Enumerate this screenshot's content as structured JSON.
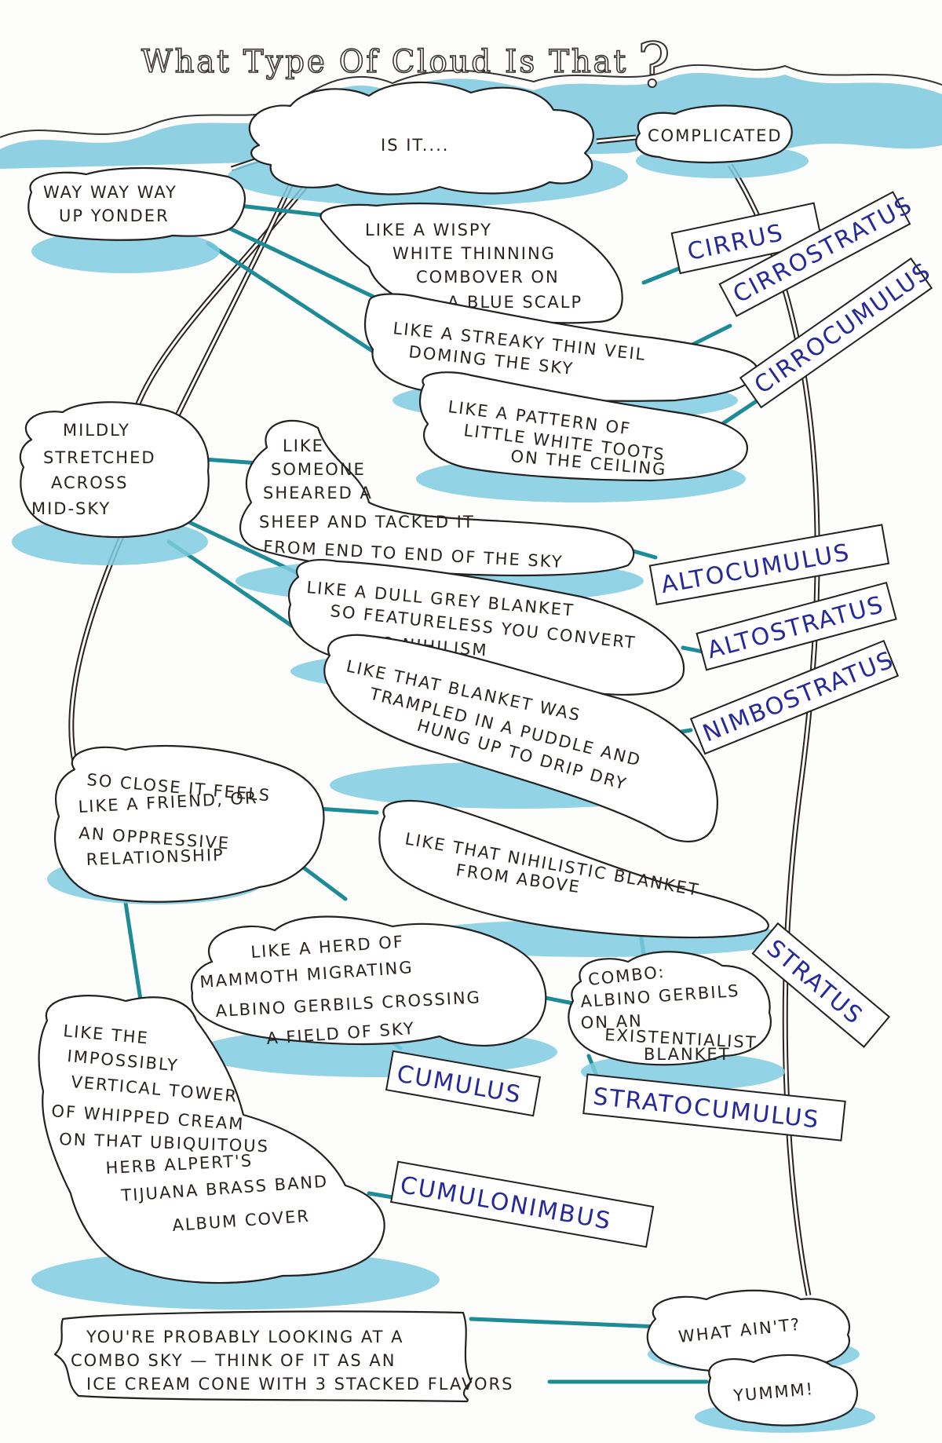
{
  "title": "What Type Of Cloud Is That",
  "title_mark": "?",
  "start": "IS IT....",
  "branches": {
    "complicated": "COMPLICATED",
    "high": [
      "WAY WAY WAY",
      "UP YONDER"
    ],
    "mid": [
      "MILDLY",
      "STRETCHED",
      "ACROSS",
      "MID-SKY"
    ],
    "low": [
      "SO CLOSE IT FEELS",
      "LIKE A FRIEND, OR",
      "AN OPPRESSIVE",
      "RELATIONSHIP"
    ]
  },
  "descriptions": {
    "cirrus": [
      "LIKE A WISPY",
      "WHITE THINNING",
      "COMBOVER ON",
      "A BLUE SCALP"
    ],
    "cirrostratus": [
      "LIKE A STREAKY THIN VEIL",
      "DOMING THE SKY"
    ],
    "cirrocumulus": [
      "LIKE A PATTERN OF",
      "LITTLE WHITE TOOTS",
      "ON THE CEILING"
    ],
    "altocumulus": [
      "LIKE",
      "SOMEONE",
      "SHEARED A",
      "SHEEP AND TACKED IT",
      "FROM END TO END OF THE SKY"
    ],
    "altostratus": [
      "LIKE A DULL GREY BLANKET",
      "SO FEATURELESS YOU CONVERT",
      "TO NIHILISM"
    ],
    "nimbostratus": [
      "LIKE THAT BLANKET WAS",
      "TRAMPLED IN A PUDDLE AND",
      "HUNG UP TO DRIP DRY"
    ],
    "stratus": [
      "LIKE THAT NIHILISTIC BLANKET",
      "FROM ABOVE"
    ],
    "cumulus": [
      "LIKE A HERD OF",
      "MAMMOTH MIGRATING",
      "ALBINO GERBILS CROSSING",
      "A FIELD OF SKY"
    ],
    "stratocumulus": [
      "COMBO:",
      "ALBINO GERBILS",
      "ON AN",
      "EXISTENTIALIST",
      "BLANKET"
    ],
    "cumulonimbus": [
      "LIKE THE",
      "IMPOSSIBLY",
      "VERTICAL TOWER",
      "OF WHIPPED CREAM",
      "ON THAT UBIQUITOUS",
      "HERB ALPERT'S",
      "TIJUANA BRASS BAND",
      "ALBUM COVER"
    ]
  },
  "labels": {
    "cirrus": "CIRRUS",
    "cirrostratus": "CIRROSTRATUS",
    "cirrocumulus": "CIRROCUMULUS",
    "altocumulus": "ALTOCUMULUS",
    "altostratus": "ALTOSTRATUS",
    "nimbostratus": "NIMBOSTRATUS",
    "stratus": "STRATUS",
    "cumulus": "CUMULUS",
    "stratocumulus": "STRATOCUMULUS",
    "cumulonimbus": "CUMULONIMBUS"
  },
  "combo": {
    "text": [
      "YOU'RE PROBABLY LOOKING AT A",
      "COMBO SKY — THINK OF IT AS AN",
      "ICE CREAM CONE WITH 3 STACKED FLAVORS"
    ],
    "what": "WHAT AIN'T?",
    "yum": "YUMMM!"
  },
  "colors": {
    "shadow": "#7fcbe0",
    "connector": "#1e8c96",
    "label": "#25299a",
    "ink": "#2a2320"
  }
}
